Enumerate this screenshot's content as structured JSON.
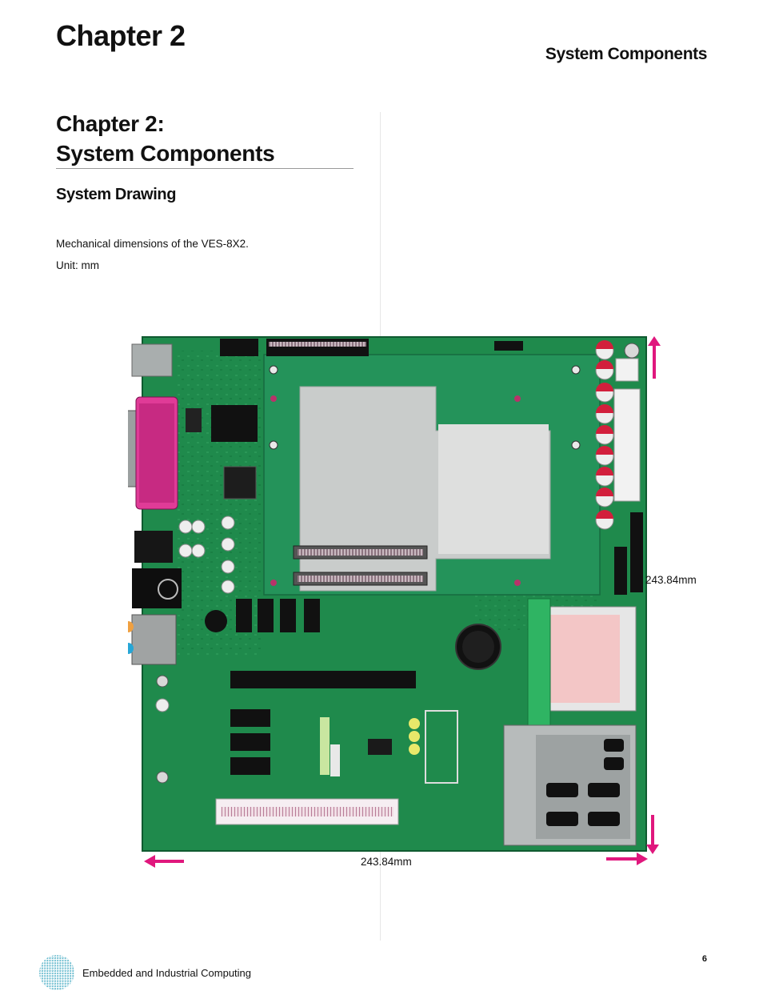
{
  "header": {
    "chapter": "Chapter 2",
    "running_title": "System Components"
  },
  "section": {
    "title_line1": "Chapter 2:",
    "title_line2": "System Components",
    "subtitle": "System Drawing",
    "paragraph1": "Mechanical dimensions of the VES-8X2.",
    "paragraph2": "Unit: mm"
  },
  "figure": {
    "height_label": "243.84mm",
    "width_label": "243.84mm",
    "arrow_color": "#e0177d",
    "board_color": "#1f8a4c"
  },
  "footer": {
    "company": "Embedded and Industrial Computing",
    "page_number": "6"
  }
}
